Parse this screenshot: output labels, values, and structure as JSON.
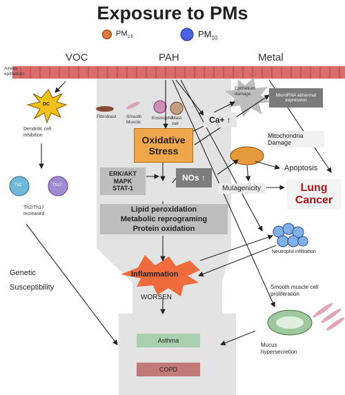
{
  "title": "Exposure to PMs",
  "legend": {
    "pm25": "PM2.5",
    "pm10": "PM10"
  },
  "sources": {
    "voc": "VOC",
    "pah": "PAH",
    "metal": "Metal"
  },
  "labels": {
    "airway_epithelium": "Airway epithelium",
    "dc": "DC",
    "dendritic_inhibition": "Dendritic cell inhibition",
    "th2": "Th2",
    "th17": "Th17",
    "th2_th17_increased": "Th2/Th17 increased",
    "fibroblast": "Fibroblast",
    "smooth_muscle": "Smooth Muscle",
    "eosinophil": "Eosinophil",
    "mast_cell": "Mast cell",
    "epithelium_damage": "Epithelium damage",
    "microrna": "MicroRNA abnormal expression",
    "ca": "Ca+",
    "mito_damage": "Mitochondria Damage",
    "apoptosis": "Apoptosis",
    "mutagenicity": "Mutagenicity",
    "lung_cancer": "Lung Cancer",
    "oxidative_stress": "Oxidative Stress",
    "erk": "ERK/AKT\nMAPK\nSTAT-1",
    "nos": "NOs",
    "lipid": "Lipid peroxidation\nMetabolic reprograming\nProtein oxidation",
    "neutrophil": "Neutrophil infiltration",
    "genetic": "Genetic\nSusceptibility",
    "inflammation": "Inflammation",
    "worsen": "WORSEN",
    "smc_prolif": "Smooth muscle cell proliferation",
    "mucus": "Mucus hypersecretion",
    "asthma": "Asthma",
    "copd": "COPD"
  }
}
